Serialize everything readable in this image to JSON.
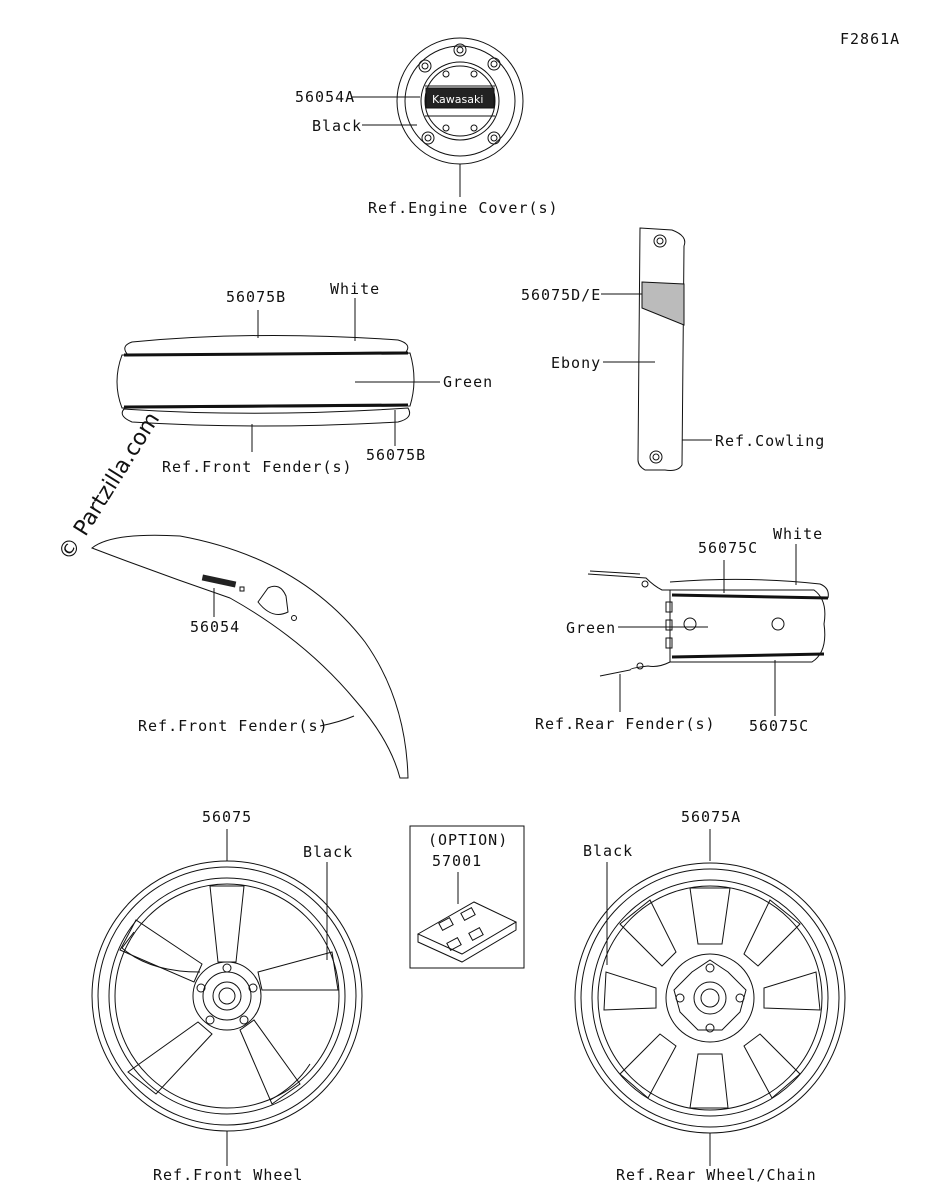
{
  "figure_code": "F2861A",
  "watermark": "© Partzilla.com",
  "engine_cover": {
    "part": "56054A",
    "color": "Black",
    "ref": "Ref.Engine Cover(s)",
    "logo_text": "Kawasaki"
  },
  "front_fender_top": {
    "part_top": "56075B",
    "color_top": "White",
    "color_mid": "Green",
    "part_bottom": "56075B",
    "ref": "Ref.Front Fender(s)"
  },
  "cowling": {
    "part": "56075D/E",
    "color": "Ebony",
    "ref": "Ref.Cowling"
  },
  "front_fender_side": {
    "part": "56054",
    "ref": "Ref.Front Fender(s)"
  },
  "rear_fender": {
    "part_top": "56075C",
    "color_top": "White",
    "color_mid": "Green",
    "part_bottom": "56075C",
    "ref": "Ref.Rear Fender(s)"
  },
  "front_wheel": {
    "part": "56075",
    "color": "Black",
    "ref": "Ref.Front Wheel"
  },
  "option_box": {
    "label": "(OPTION)",
    "part": "57001"
  },
  "rear_wheel": {
    "part": "56075A",
    "color": "Black",
    "ref": "Ref.Rear Wheel/Chain"
  }
}
